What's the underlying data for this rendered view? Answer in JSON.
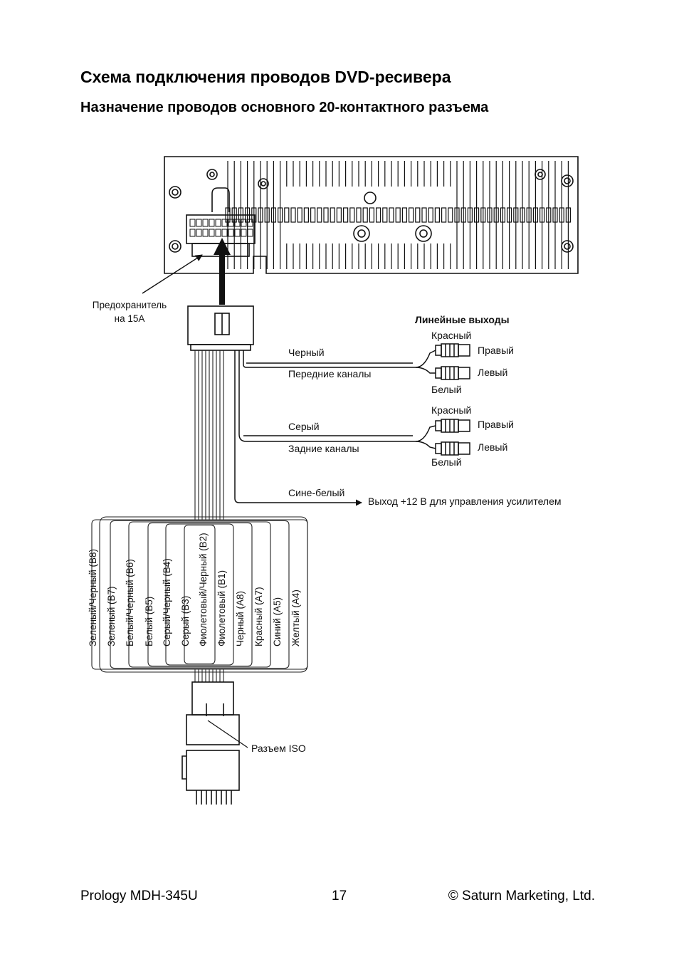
{
  "heading": "Схема подключения проводов DVD-ресивера",
  "subheading": "Назначение проводов основного 20-контактного разъема",
  "diagram": {
    "fuse_label_1": "Предохранитель",
    "fuse_label_2": "на 15А",
    "line_outputs": "Линейные выходы",
    "front": {
      "red": "Красный",
      "black": "Черный",
      "channels": "Передние каналы",
      "white": "Белый",
      "right": "Правый",
      "left": "Левый"
    },
    "rear": {
      "red": "Красный",
      "gray": "Серый",
      "channels": "Задние каналы",
      "white": "Белый",
      "right": "Правый",
      "left": "Левый"
    },
    "blue_white": "Сине-белый",
    "amp_output": "Выход +12 В для управления усилителем",
    "wires": [
      "Зеленый/Черный (В8)",
      "Зеленый (В7)",
      "Белый/Черный (В6)",
      "Белый (В5)",
      "Серый/Черный (В4)",
      "Серый (В3)",
      "Фиолетовый/Черный (В2)",
      "Фиолетовый (В1)",
      "Черный (А8)",
      "Красный (А7)",
      "Синий (А5)",
      "Желтый (А4)"
    ],
    "iso_label": "Разъем ISO"
  },
  "footer": {
    "left": "Prology MDH-345U",
    "page": "17",
    "right": "© Saturn Marketing, Ltd."
  }
}
